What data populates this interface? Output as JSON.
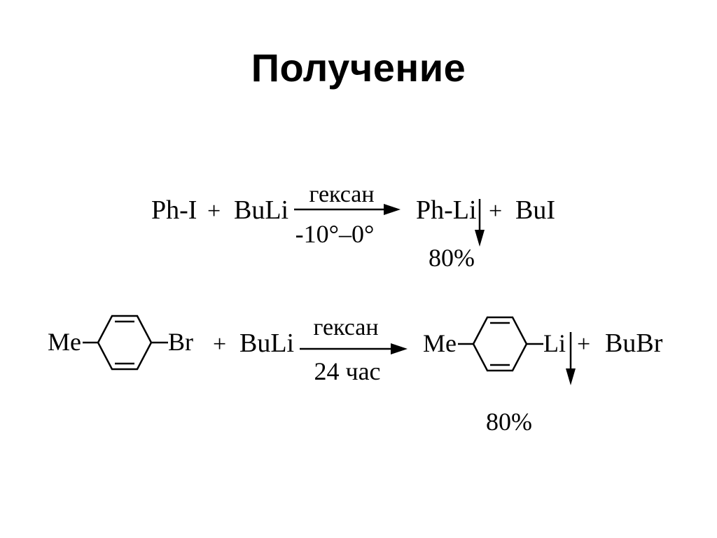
{
  "slide": {
    "title": "Получение",
    "colors": {
      "ink": "#000000",
      "background": "#ffffff"
    }
  },
  "reaction1": {
    "reactant1": "Ph-I",
    "plus1": "+",
    "reactant2": "BuLi",
    "condition_top": "гексан",
    "condition_bottom": "-10°–0°",
    "product1": "Ph-Li",
    "plus2": "+",
    "product2": "BuI",
    "yield": "80%",
    "precipitate_icon": "down-arrow-icon"
  },
  "reaction2": {
    "reactant1_substituent": "Me",
    "reactant1_halogen": "Br",
    "plus1": "+",
    "reactant2": "BuLi",
    "condition_top": "гексан",
    "condition_bottom": "24 час",
    "product1_substituent": "Me",
    "product1_metal": "Li",
    "plus2": "+",
    "product2": "BuBr",
    "yield": "80%",
    "ring_icon": "benzene-ring-icon",
    "precipitate_icon": "down-arrow-icon"
  }
}
